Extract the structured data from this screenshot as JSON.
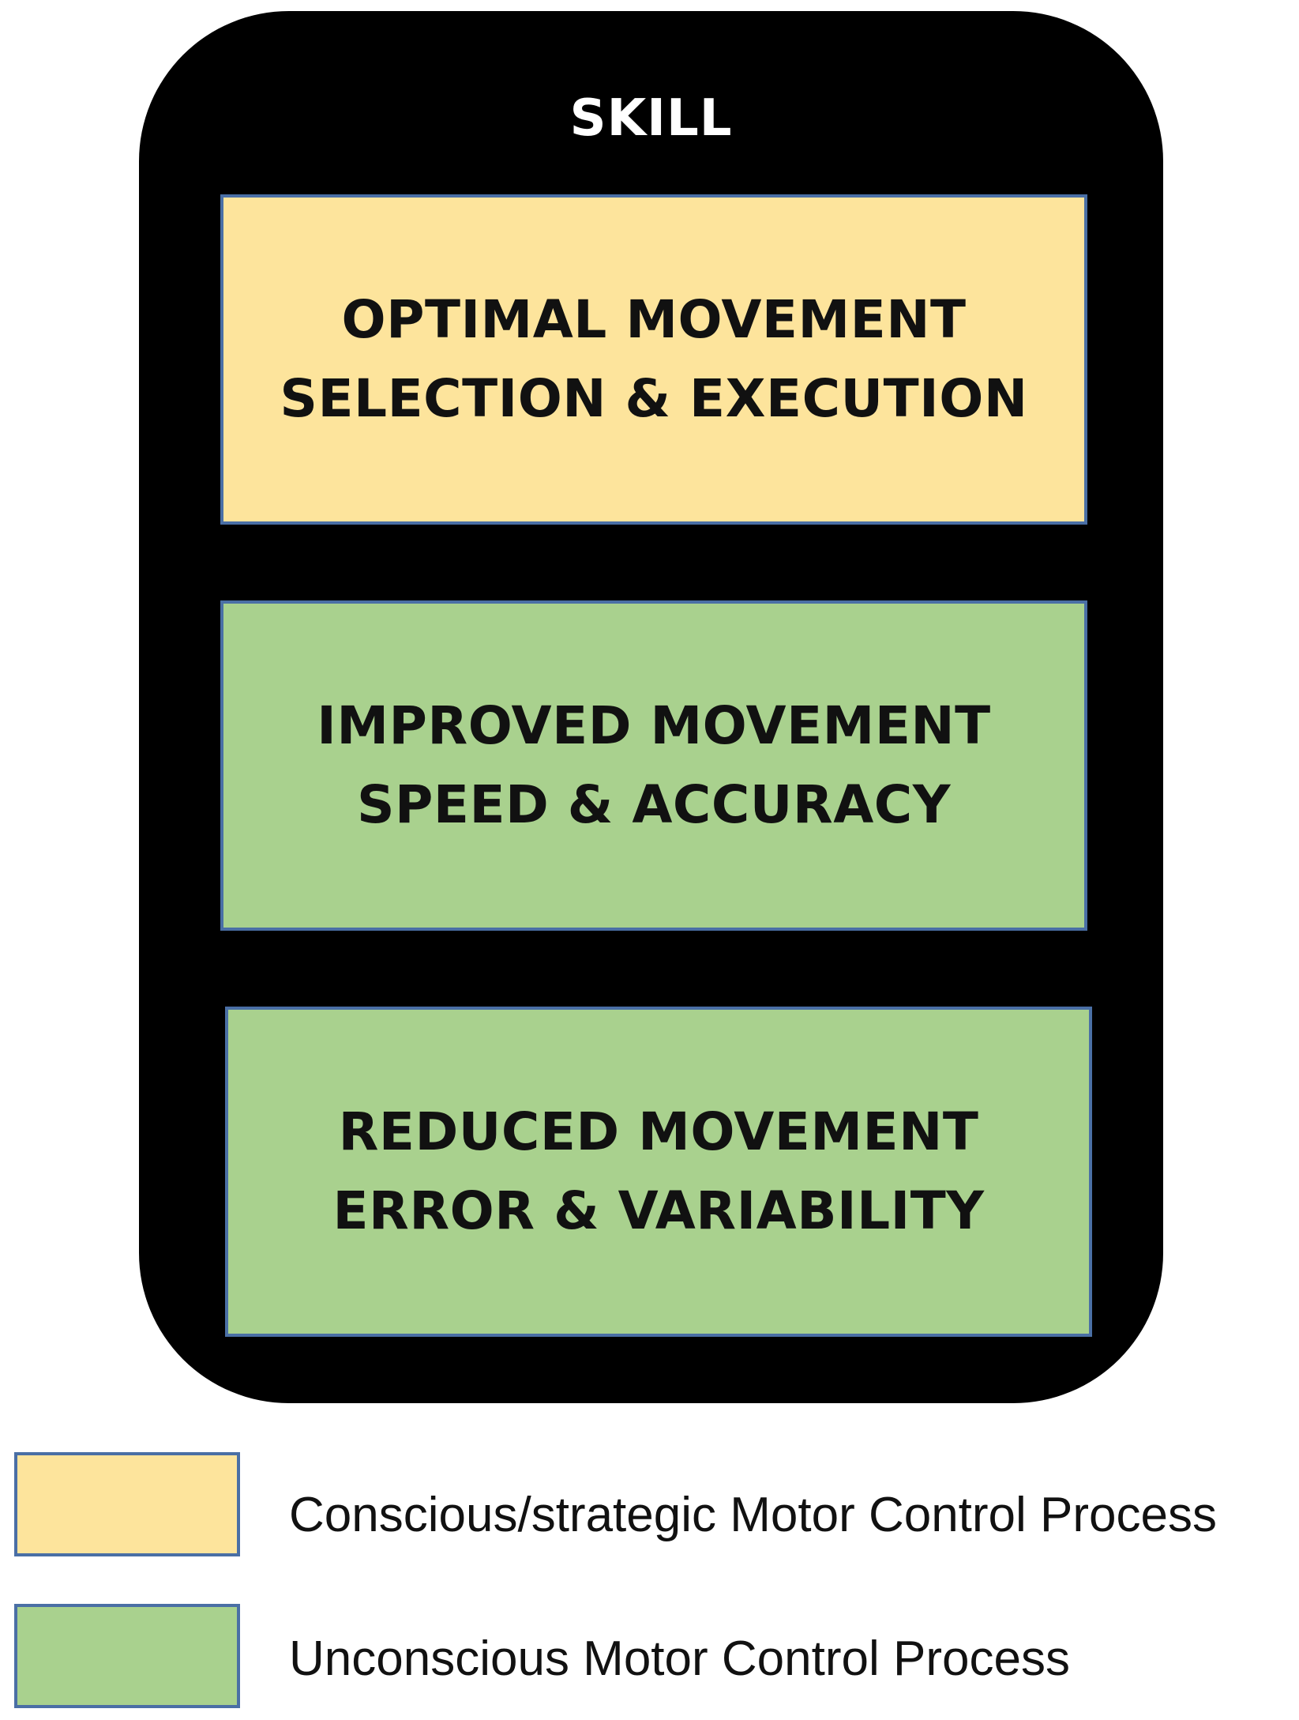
{
  "diagram": {
    "container": {
      "title": "SKILL",
      "color": "#000000"
    },
    "levels": [
      {
        "label": "OPTIMAL MOVEMENT\nSELECTION & EXECUTION",
        "color": "#fde49c",
        "category": "conscious"
      },
      {
        "label": "IMPROVED MOVEMENT\nSPEED & ACCURACY",
        "color": "#a9d18e",
        "category": "unconscious"
      },
      {
        "label": "REDUCED MOVEMENT\nERROR & VARIABILITY",
        "color": "#a9d18e",
        "category": "unconscious"
      }
    ]
  },
  "legend": {
    "items": [
      {
        "label": "Conscious/strategic Motor Control Process",
        "color": "#fde49c"
      },
      {
        "label": "Unconscious Motor Control Process",
        "color": "#a9d18e"
      }
    ],
    "border_color": "#4a6fa5"
  }
}
